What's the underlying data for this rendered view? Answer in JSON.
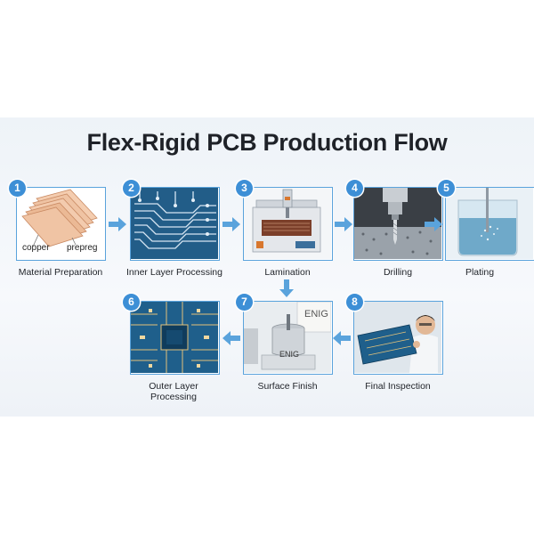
{
  "title": "Flex-Rigid PCB Production Flow",
  "steps": [
    {
      "number": "1",
      "label": "Material Preparation"
    },
    {
      "number": "2",
      "label": "Inner Layer Processing"
    },
    {
      "number": "3",
      "label": "Lamination"
    },
    {
      "number": "4",
      "label": "Drilling"
    },
    {
      "number": "5",
      "label": "Plating"
    },
    {
      "number": "6",
      "label": "Outer Layer Processing"
    },
    {
      "number": "7",
      "label": "Surface Finish"
    },
    {
      "number": "8",
      "label": "Final Inspection"
    }
  ],
  "image_text": {
    "copper": "copper",
    "prepreg": "prepreg",
    "enig_sign": "ENIG",
    "enig_beaker": "ENIG"
  },
  "colors": {
    "accent": "#3d8fd6",
    "arrow": "#5aa3dc",
    "board_blue": "#1f5f8b",
    "copper": "#e8b48f"
  },
  "icons": [
    "right-arrow-icon",
    "down-arrow-icon",
    "left-arrow-icon"
  ]
}
